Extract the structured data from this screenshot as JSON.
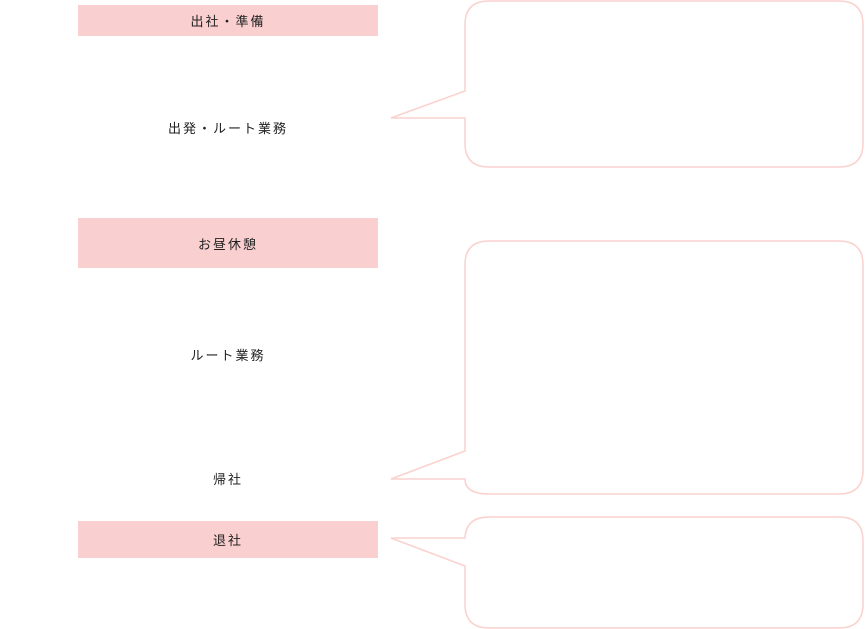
{
  "schedule": {
    "headers": [
      {
        "label": "出社・準備"
      },
      {
        "label": "お昼休憩"
      },
      {
        "label": "退社"
      }
    ],
    "items": [
      {
        "label": "出発・ルート業務"
      },
      {
        "label": "ルート業務"
      },
      {
        "label": "帰社"
      }
    ]
  },
  "colors": {
    "header_bg": "#f9cfd0",
    "bubble_stroke": "#fbd1cd"
  }
}
